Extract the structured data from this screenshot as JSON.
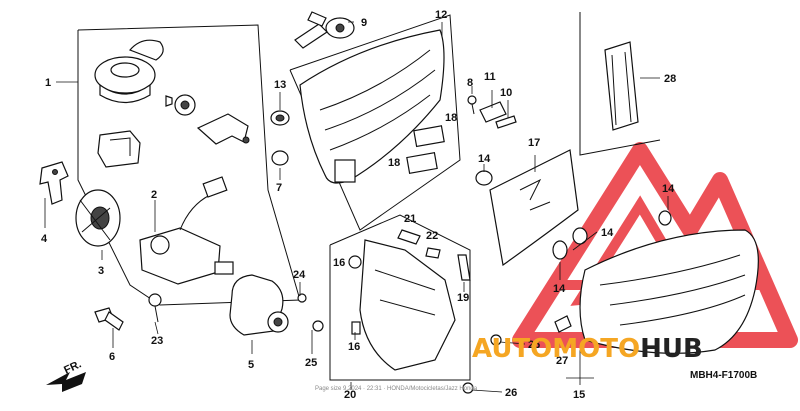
{
  "diagram": {
    "code": "MBH4-F1700B",
    "footer": "Page size 9,2024 · 22:31 · HONDA/Motocicletas/Jazz Honda"
  },
  "watermark": {
    "word_a": "AUTO",
    "word_b": "MOTO",
    "word_c": "HUB",
    "color_red": "#e8262e",
    "color_orange": "#f5a623",
    "color_dark": "#222222"
  },
  "direction": {
    "label": "FR."
  },
  "callouts": {
    "c1": "1",
    "c2": "2",
    "c3": "3",
    "c4": "4",
    "c5": "5",
    "c6": "6",
    "c7": "7",
    "c8": "8",
    "c9": "9",
    "c10": "10",
    "c11": "11",
    "c12": "12",
    "c13": "13",
    "c14a": "14",
    "c14b": "14",
    "c14c": "14",
    "c14d": "14",
    "c15": "15",
    "c16a": "16",
    "c16b": "16",
    "c17": "17",
    "c18a": "18",
    "c18b": "18",
    "c19": "19",
    "c20": "20",
    "c21": "21",
    "c22": "22",
    "c23": "23",
    "c24": "24",
    "c25": "25",
    "c26a": "26",
    "c26b": "26",
    "c27": "27",
    "c28": "28"
  }
}
